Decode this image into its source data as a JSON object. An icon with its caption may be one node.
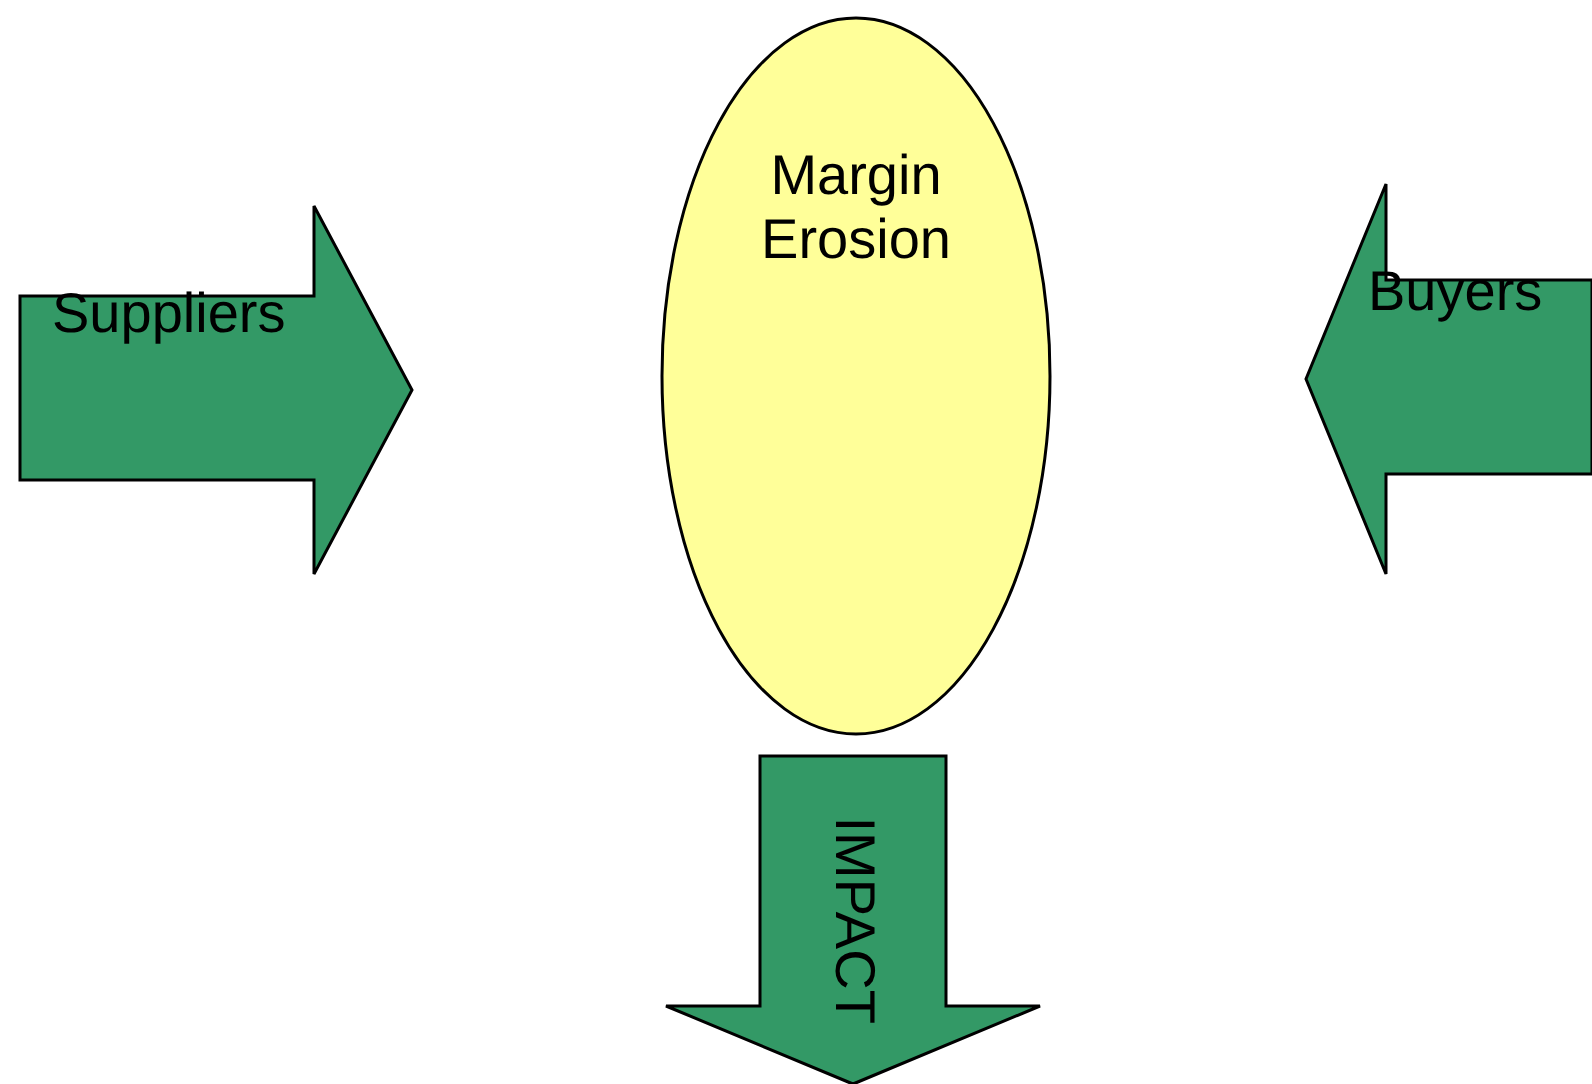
{
  "diagram": {
    "nodes": [
      {
        "text": [
          "Margin Erosion"
        ]
      },
      {
        "text": [
          "Suppliers"
        ]
      },
      {
        "text": [
          "Buyers"
        ]
      },
      {
        "text": [
          "IMPACT"
        ]
      }
    ]
  }
}
